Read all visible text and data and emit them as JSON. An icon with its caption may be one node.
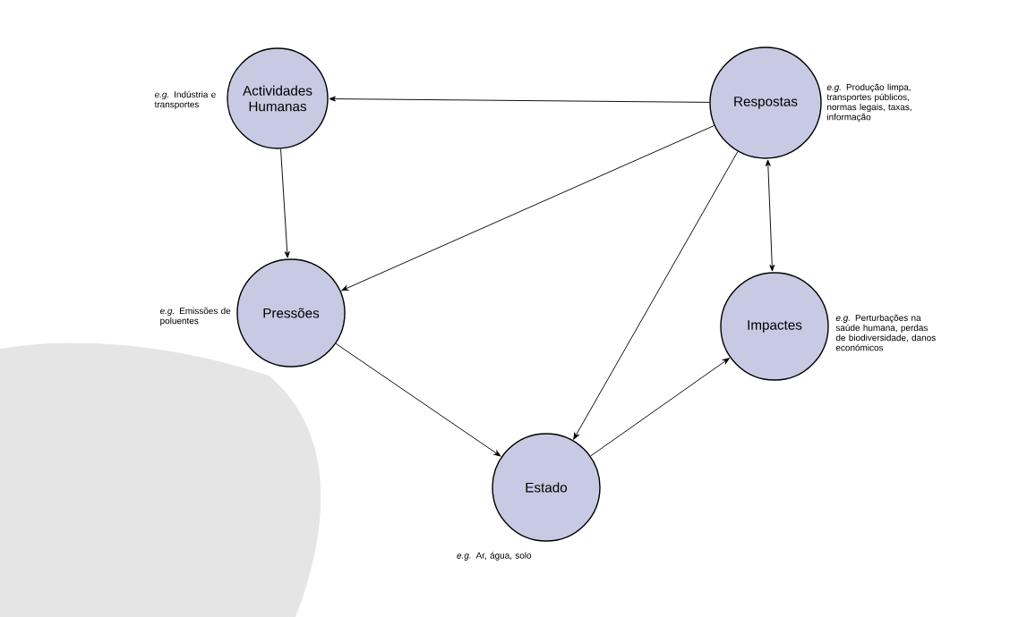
{
  "diagram": {
    "nodes": [
      {
        "text": [
          "Actividades Humanas"
        ],
        "beside": [
          "*e.g.* Indústria e transportes"
        ]
      },
      {
        "text": [
          "Respostas"
        ],
        "beside": [
          "*e.g.* Produção limpa, transportes públicos, normas legais, taxas, informação"
        ]
      },
      {
        "text": [
          "Pressões"
        ],
        "beside": [
          "*e.g.* Emissões de poluentes"
        ]
      },
      {
        "text": [
          "Impactes"
        ],
        "beside": [
          "*e.g.* Perturbações na saúde humana, perdas de biodiversidade, danos económicos"
        ]
      },
      {
        "text": [
          "Estado"
        ],
        "beside": [
          "*e.g.* Ar, água, solo"
        ]
      }
    ],
    "edges": [
      {
        "from": 1,
        "to": 0,
        "arrow": "to"
      },
      {
        "from": 0,
        "to": 2,
        "arrow": "to"
      },
      {
        "from": 1,
        "to": 2,
        "arrow": "to"
      },
      {
        "from": 1,
        "to": 4,
        "arrow": "to"
      },
      {
        "from": 1,
        "to": 3,
        "arrow": "both"
      },
      {
        "from": 2,
        "to": 4,
        "arrow": "to"
      },
      {
        "from": 4,
        "to": 3,
        "arrow": "to"
      }
    ]
  }
}
